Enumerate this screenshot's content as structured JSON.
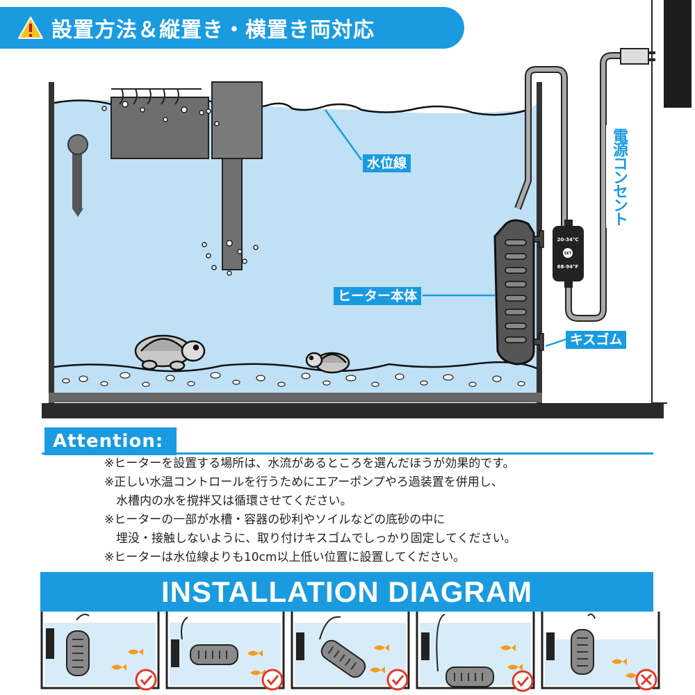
{
  "header": {
    "title": "設置方法＆縦置き・横置き両対応"
  },
  "labels": {
    "water_line": "水位線",
    "heater_body": "ヒーター本体",
    "suction_cup": "キスゴム",
    "power_outlet": "電源コンセント"
  },
  "controller": {
    "range_c": "20-34°C",
    "set": "SET",
    "range_f": "68-94°F"
  },
  "attention": {
    "heading": "Attention:",
    "notes": [
      "※ヒーターを設置する場所は、水流があるところを選んだほうが効果的です。",
      "※正しい水温コントロールを行うためにエアーポンプやろ過装置を併用し、",
      "　水槽内の水を撹拌又は循環させてください。",
      "※ヒーターの一部が水槽・容器の砂利やソイルなどの底砂の中に",
      "　埋没・接触しないように、取り付けキスゴムでしっかり固定してください。",
      "※ヒーターは水位線よりも10cm以上低い位置に設置してください。"
    ]
  },
  "installation": {
    "heading": "INSTALLATION DIAGRAM",
    "panels": [
      {
        "orientation": "vertical",
        "ok": true
      },
      {
        "orientation": "horizontal",
        "ok": true
      },
      {
        "orientation": "diagonal",
        "ok": true
      },
      {
        "orientation": "bottom",
        "ok": true
      },
      {
        "orientation": "above-water-line",
        "ok": false
      }
    ]
  },
  "colors": {
    "accent": "#1a9be0",
    "water": "#bfe0f5",
    "ok": "#e03a2a"
  }
}
